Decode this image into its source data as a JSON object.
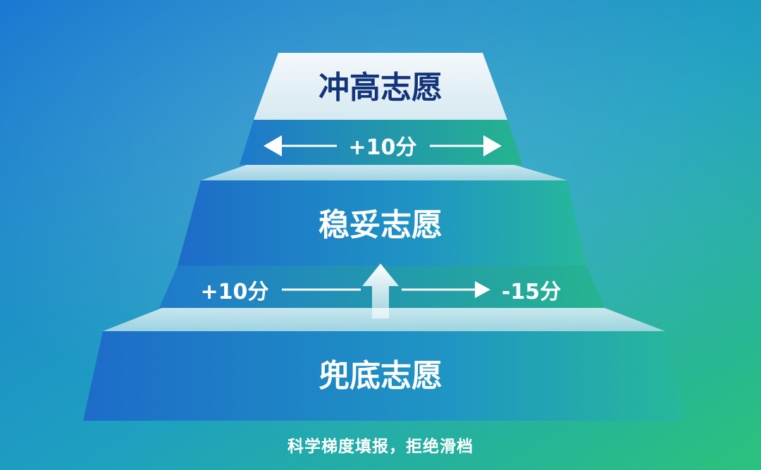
{
  "tiers": {
    "top": {
      "label": "冲高志愿"
    },
    "middle": {
      "label": "稳妥志愿"
    },
    "bottom": {
      "label": "兜底志愿"
    }
  },
  "bands": {
    "top": {
      "text": "+10分"
    },
    "middle": {
      "left_text": "+10分",
      "right_text": "-15分"
    }
  },
  "caption": "科学梯度填报，拒绝滑档",
  "colors": {
    "background_start": "#1e7fd6",
    "background_end": "#2dbf7e",
    "top_tier_face": "#e6f1f6",
    "label_dark": "#13347a",
    "label_light": "#ffffff",
    "arrow": "#ffffff"
  }
}
